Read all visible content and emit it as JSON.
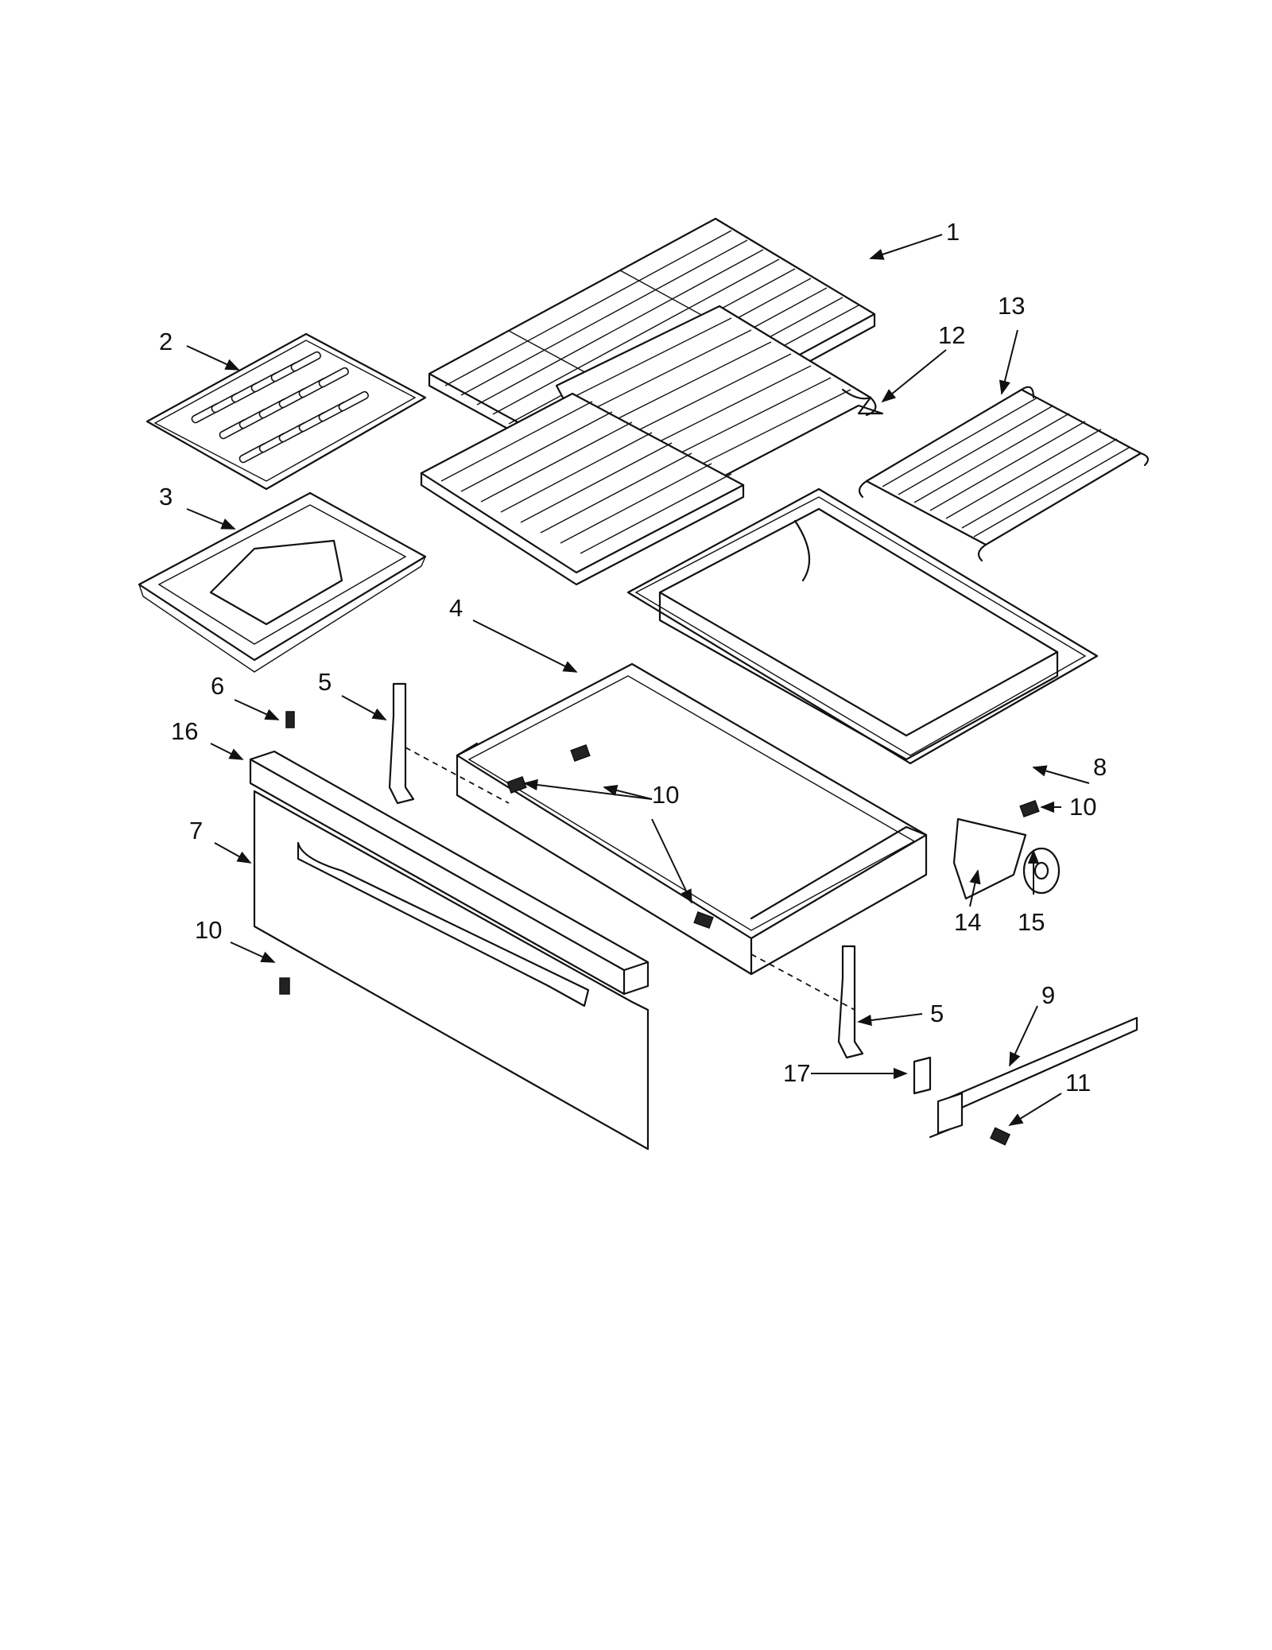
{
  "callouts": {
    "c1": "1",
    "c2": "2",
    "c3": "3",
    "c4": "4",
    "c5a": "5",
    "c5b": "5",
    "c6": "6",
    "c7": "7",
    "c8": "8",
    "c9": "9",
    "c10a": "10",
    "c10b": "10",
    "c10c": "10",
    "c11": "11",
    "c12": "12",
    "c13": "13",
    "c14": "14",
    "c15": "15",
    "c16": "16",
    "c17": "17"
  }
}
